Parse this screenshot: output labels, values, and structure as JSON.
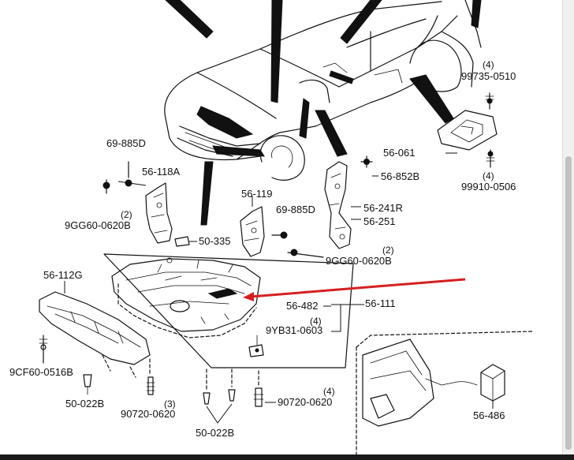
{
  "labels": {
    "p56_061": "56-061",
    "p56_852b": "56-852B",
    "p99735": "99735-0510",
    "p99735_qty": "(4)",
    "p99910": "99910-0506",
    "p99910_qty": "(4)",
    "p69_885d_a": "69-885D",
    "p56_118a": "56-118A",
    "p9gg60_a": "9GG60-0620B",
    "p9gg60_a_qty": "(2)",
    "p50_335": "50-335",
    "p56_119": "56-119",
    "p69_885d_b": "69-885D",
    "p56_241r": "56-241R",
    "p56_251": "56-251",
    "p9gg60_b": "9GG60-0620B",
    "p9gg60_b_qty": "(2)",
    "p56_112g": "56-112G",
    "p56_482": "56-482",
    "p56_111": "56-111",
    "p9yb31": "9YB31-0603",
    "p9yb31_qty": "(4)",
    "p9cf60": "9CF60-0516B",
    "p50_022b_a": "50-022B",
    "p90720_a": "90720-0620",
    "p90720_a_qty": "(3)",
    "p50_022b_b": "50-022B",
    "p90720_b": "90720-0620",
    "p90720_b_qty": "(4)",
    "p56_486": "56-486"
  },
  "colors": {
    "ink": "#111111",
    "highlight_arrow": "#d42020"
  },
  "icons": {
    "scrollbar": "vertical-scrollbar"
  }
}
